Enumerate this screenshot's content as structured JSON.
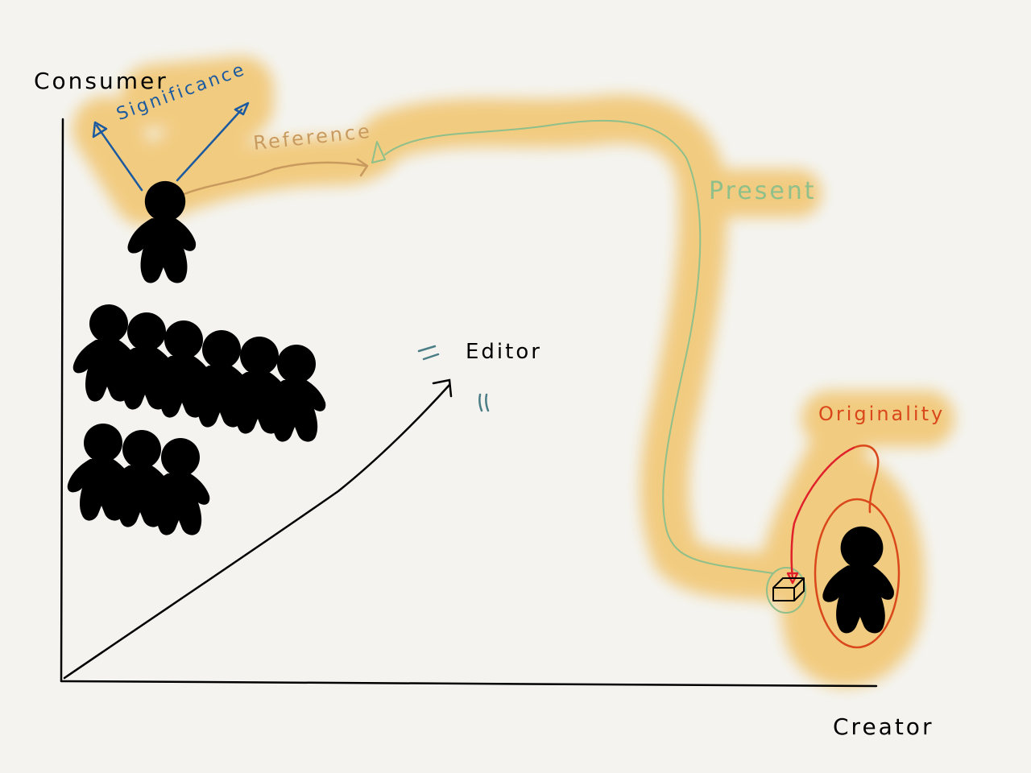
{
  "axes": {
    "y_label": "Consumer",
    "x_label": "Creator"
  },
  "labels": {
    "significance": "Significance",
    "reference": "Reference",
    "present": "Present",
    "editor": "Editor",
    "originality": "Originality"
  },
  "colors": {
    "background": "#f4f3ef",
    "highlight": "#f1c97a",
    "significance": "#1c5aa0",
    "reference": "#c99a5e",
    "present": "#8fbf8a",
    "editor_marks": "#4a7d86",
    "originality": "#d9471a",
    "arrow_red": "#e0202a",
    "ink": "#000000"
  },
  "figures": {
    "consumer_single": 1,
    "crowd_row1": 6,
    "crowd_row2": 3,
    "creator": 1
  }
}
